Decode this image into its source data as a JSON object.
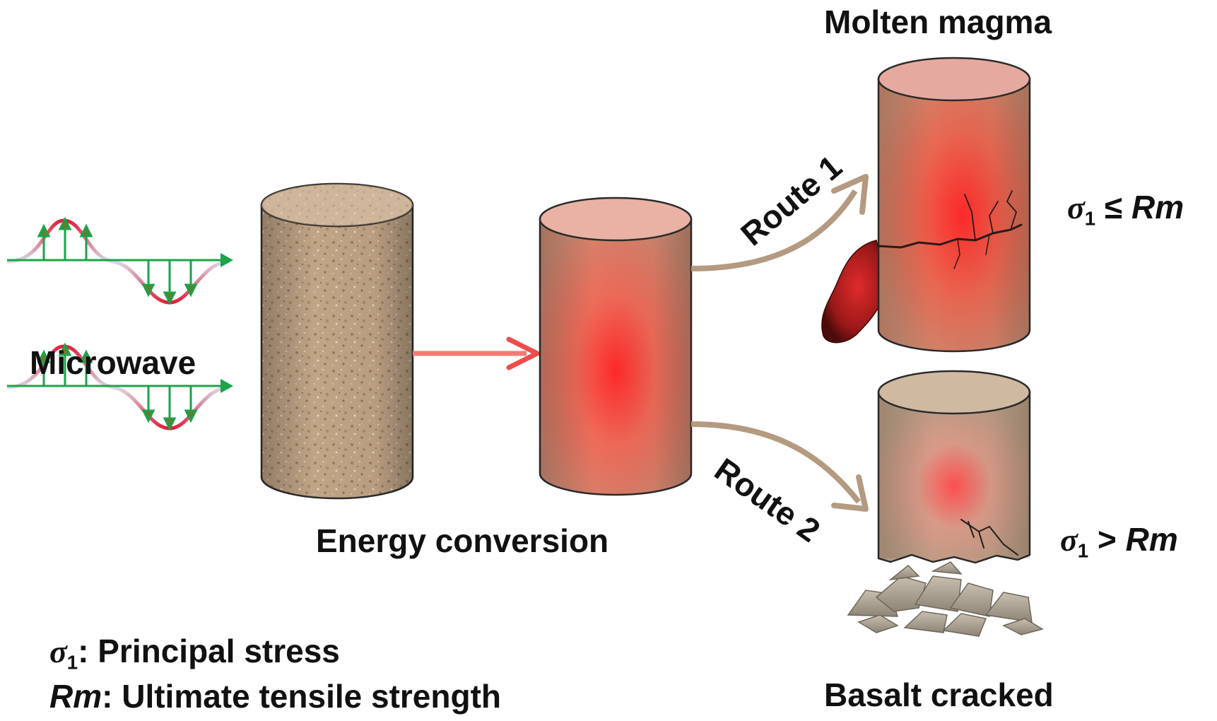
{
  "labels": {
    "microwave": "Microwave",
    "energy_conversion": "Energy conversion",
    "molten_magma": "Molten magma",
    "basalt_cracked": "Basalt cracked",
    "route1": "Route 1",
    "route2": "Route 2"
  },
  "conditions": {
    "route1": {
      "sigma": "σ",
      "sub": "1",
      "op": "≤",
      "rm": "Rm"
    },
    "route2": {
      "sigma": "σ",
      "sub": "1",
      "op": ">",
      "rm": "Rm"
    }
  },
  "legend": {
    "sigma": "σ",
    "sigma_sub": "1",
    "sigma_text": ": Principal stress",
    "rm": "Rm",
    "rm_text": ": Ultimate tensile strength"
  },
  "colors": {
    "wave_green": "#1aa34a",
    "wave_red": "#e0203a",
    "wave_blue": "#a9c6e8",
    "arrow_red": "#f26a6a",
    "route_arrow": "#b39a80",
    "rock_tan": "#b49a7a",
    "hot_red": "#ff3b3b"
  }
}
